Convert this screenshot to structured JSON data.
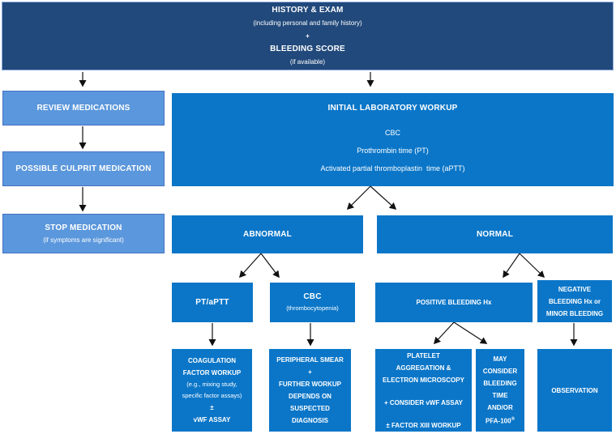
{
  "colors": {
    "dark_navy": "#21497b",
    "medium_blue": "#0b76c8",
    "light_blue": "#5b97dc",
    "box_text": "#ffffff",
    "arrow": "#111111"
  },
  "nodes": {
    "history_exam": {
      "title": "HISTORY & EXAM",
      "subtitle": "(including personal and family history)",
      "plus": "+",
      "title2": "BLEEDING SCORE",
      "subtitle2": "(if available)"
    },
    "review_medications": {
      "label": "REVIEW MEDICATIONS"
    },
    "possible_culprit_medication": {
      "label": "POSSIBLE CULPRIT MEDICATION"
    },
    "stop_medication": {
      "title": "STOP MEDICATION",
      "subtitle": "(if symptoms are significant)"
    },
    "initial_lab_workup": {
      "title": "INITIAL LABORATORY WORKUP",
      "items": [
        "CBC",
        "Prothrombin time (PT)",
        "Activated partial thromboplastin  time (aPTT)"
      ]
    },
    "abnormal": {
      "label": "ABNORMAL"
    },
    "normal": {
      "label": "NORMAL"
    },
    "pt_aptt": {
      "label": "PT/aPTT"
    },
    "cbc": {
      "title": "CBC",
      "subtitle": "(thrombocytopenia)"
    },
    "positive_bleeding_hx": {
      "label": "POSITIVE BLEEDING Hx"
    },
    "negative_bleeding_hx": {
      "lines": [
        "NEGATIVE",
        "BLEEDING Hx or",
        "MINOR BLEEDING"
      ]
    },
    "coagulation_factor_workup": {
      "lines": [
        "COAGULATION",
        "FACTOR WORKUP",
        "(e.g., mixing study,",
        "specific factor assays)",
        "±",
        "vWF ASSAY"
      ]
    },
    "peripheral_smear": {
      "lines": [
        "PERIPHERAL SMEAR",
        "+",
        "FURTHER WORKUP",
        "DEPENDS ON",
        "SUSPECTED",
        "DIAGNOSIS"
      ]
    },
    "platelet_aggregation": {
      "lines": [
        "PLATELET",
        "AGGREGATION &",
        "ELECTRON MICROSCOPY",
        "+ CONSIDER vWF ASSAY",
        "± FACTOR XIII WORKUP"
      ]
    },
    "may_consider": {
      "lines": [
        "MAY",
        "CONSIDER",
        "BLEEDING",
        "TIME",
        "AND/OR"
      ],
      "pfa_label": "PFA-100",
      "pfa_superscript": "®"
    },
    "observation": {
      "label": "OBSERVATION"
    }
  }
}
